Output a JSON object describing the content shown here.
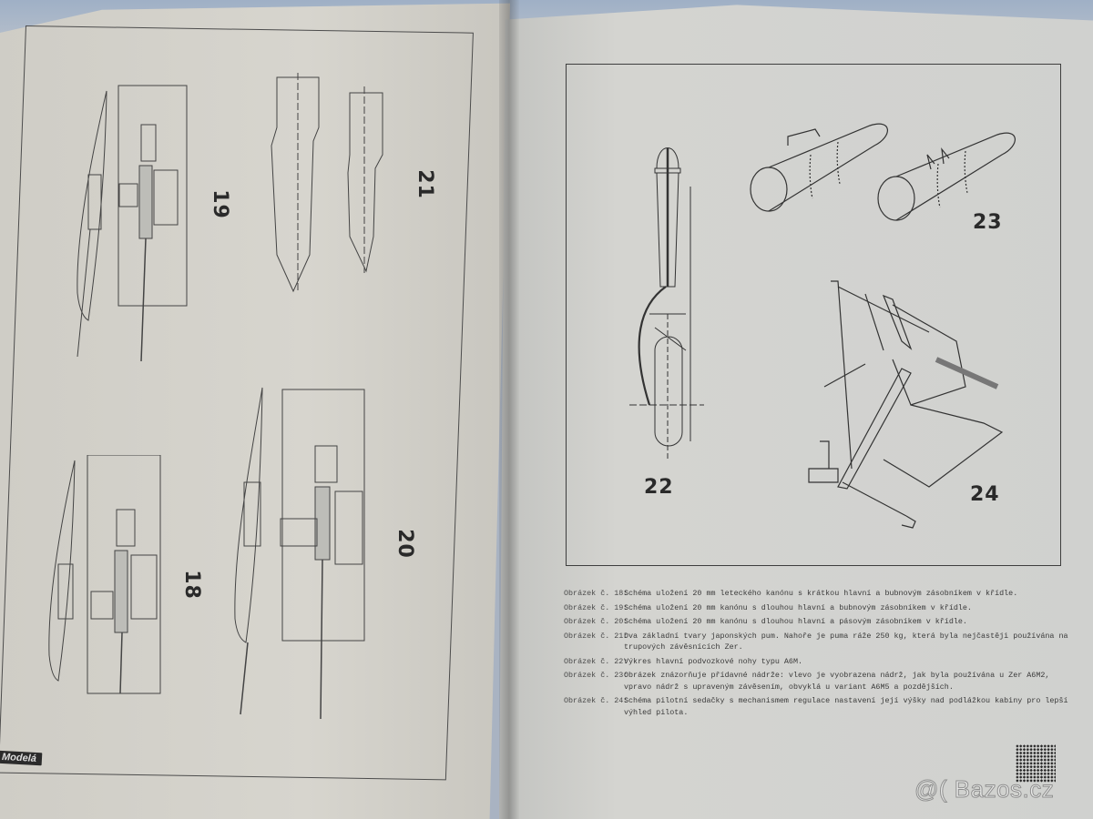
{
  "document": {
    "type": "open booklet spread",
    "left_page": {
      "figures": [
        {
          "id": "fig-19",
          "number": "19",
          "subject": "20 mm cannon with long barrel and drum magazine in wing"
        },
        {
          "id": "fig-21",
          "number": "21",
          "subject": "two basic shapes of Japanese bombs"
        },
        {
          "id": "fig-18",
          "number": "18",
          "subject": "20 mm cannon with short barrel and drum magazine in wing"
        },
        {
          "id": "fig-20",
          "number": "20",
          "subject": "20 mm cannon with long barrel and belt magazine in wing"
        }
      ],
      "brand_stamp": "Modelá"
    },
    "right_page": {
      "figures": [
        {
          "id": "fig-22",
          "number": "22",
          "subject": "main landing gear leg A6M"
        },
        {
          "id": "fig-23",
          "number": "23",
          "subject": "drop tanks"
        },
        {
          "id": "fig-24",
          "number": "24",
          "subject": "pilot seat with height adjustment mechanism"
        }
      ],
      "captions": [
        {
          "label": "Obrázek č. 18:",
          "text": "Schéma uložení 20 mm leteckého kanónu s krátkou hlavní a bubnovým zásobníkem v křídle."
        },
        {
          "label": "Obrázek č. 19:",
          "text": "Schéma uložení 20 mm kanónu s dlouhou hlavní a bubnovým zásobníkem v křídle."
        },
        {
          "label": "Obrázek č. 20:",
          "text": "Schéma uložení 20 mm kanónu s dlouhou hlavní a pásovým zásobníkem v křídle."
        },
        {
          "label": "Obrázek č. 21:",
          "text": "Dva základní tvary japonských pum. Nahoře je puma ráže 250 kg, která byla nejčastěji používána na trupových závěsnících Zer."
        },
        {
          "label": "Obrázek č. 22:",
          "text": "Výkres hlavní podvozkové nohy typu A6M."
        },
        {
          "label": "Obrázek č. 23:",
          "text": "Obrázek znázorňuje přídavné nádrže: vlevo je vyobrazena nádrž, jak byla používána u Zer A6M2, vpravo nádrž s upraveným závěsením, obvyklá u variant A6M5 a pozdějších."
        },
        {
          "label": "Obrázek č. 24:",
          "text": "Schéma pilotní sedačky s mechanismem regulace nastavení její výšky nad podlážkou kabiny pro lepší výhled pilota."
        }
      ]
    }
  },
  "watermark": "@( Bazos.cz",
  "colors": {
    "paper": "#d4d4d0",
    "ink": "#2a2a2a",
    "background_cloth": "#a9b3c2"
  }
}
